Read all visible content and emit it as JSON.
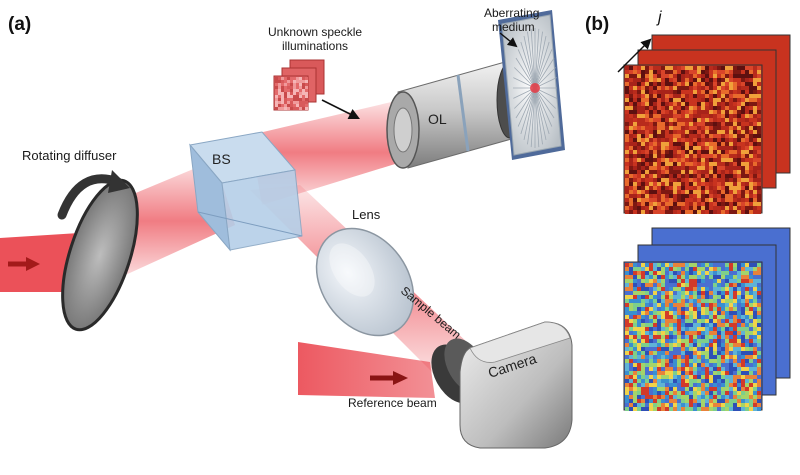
{
  "panels": {
    "a": "(a)",
    "b": "(b)"
  },
  "labels": {
    "rotating_diffuser": "Rotating diffuser",
    "bs": "BS",
    "unknown_speckle_line1": "Unknown speckle",
    "unknown_speckle_line2": "illuminations",
    "aberrating_line1": "Aberrating",
    "aberrating_line2": "medium",
    "ol": "OL",
    "lens": "Lens",
    "sample_beam": "Sample beam",
    "camera": "Camera",
    "reference_beam": "Reference beam",
    "index_j": "j"
  },
  "colors": {
    "beam": "#e8323c",
    "bs_cube": "#a9c6e0",
    "speckle_red": "#c8331f",
    "speckle_blue": "#4a6fd0"
  }
}
